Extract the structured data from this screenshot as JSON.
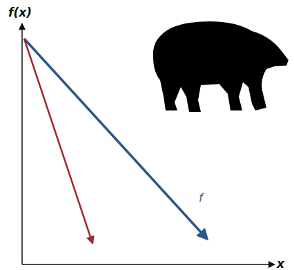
{
  "diagram": {
    "labels": [
      "f(x)",
      "x",
      "f"
    ]
  }
}
